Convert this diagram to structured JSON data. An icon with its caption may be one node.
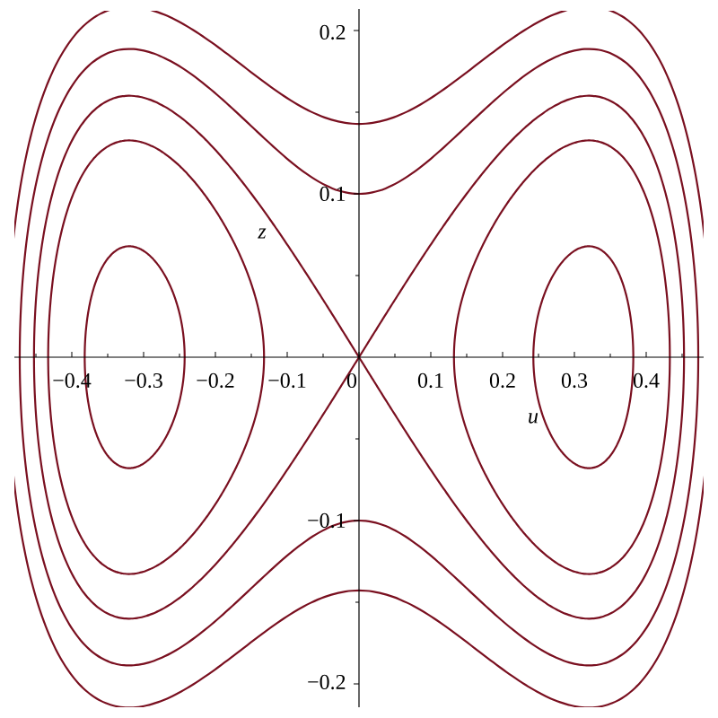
{
  "diagram": {
    "labels": [
      "0.2",
      "0.1",
      "z",
      "−0.4",
      "−0.3",
      "−0.2",
      "−0.1",
      "0",
      "0.1",
      "0.2",
      "0.3",
      "0.4",
      "u",
      "−0.1",
      "−0.2"
    ]
  }
}
